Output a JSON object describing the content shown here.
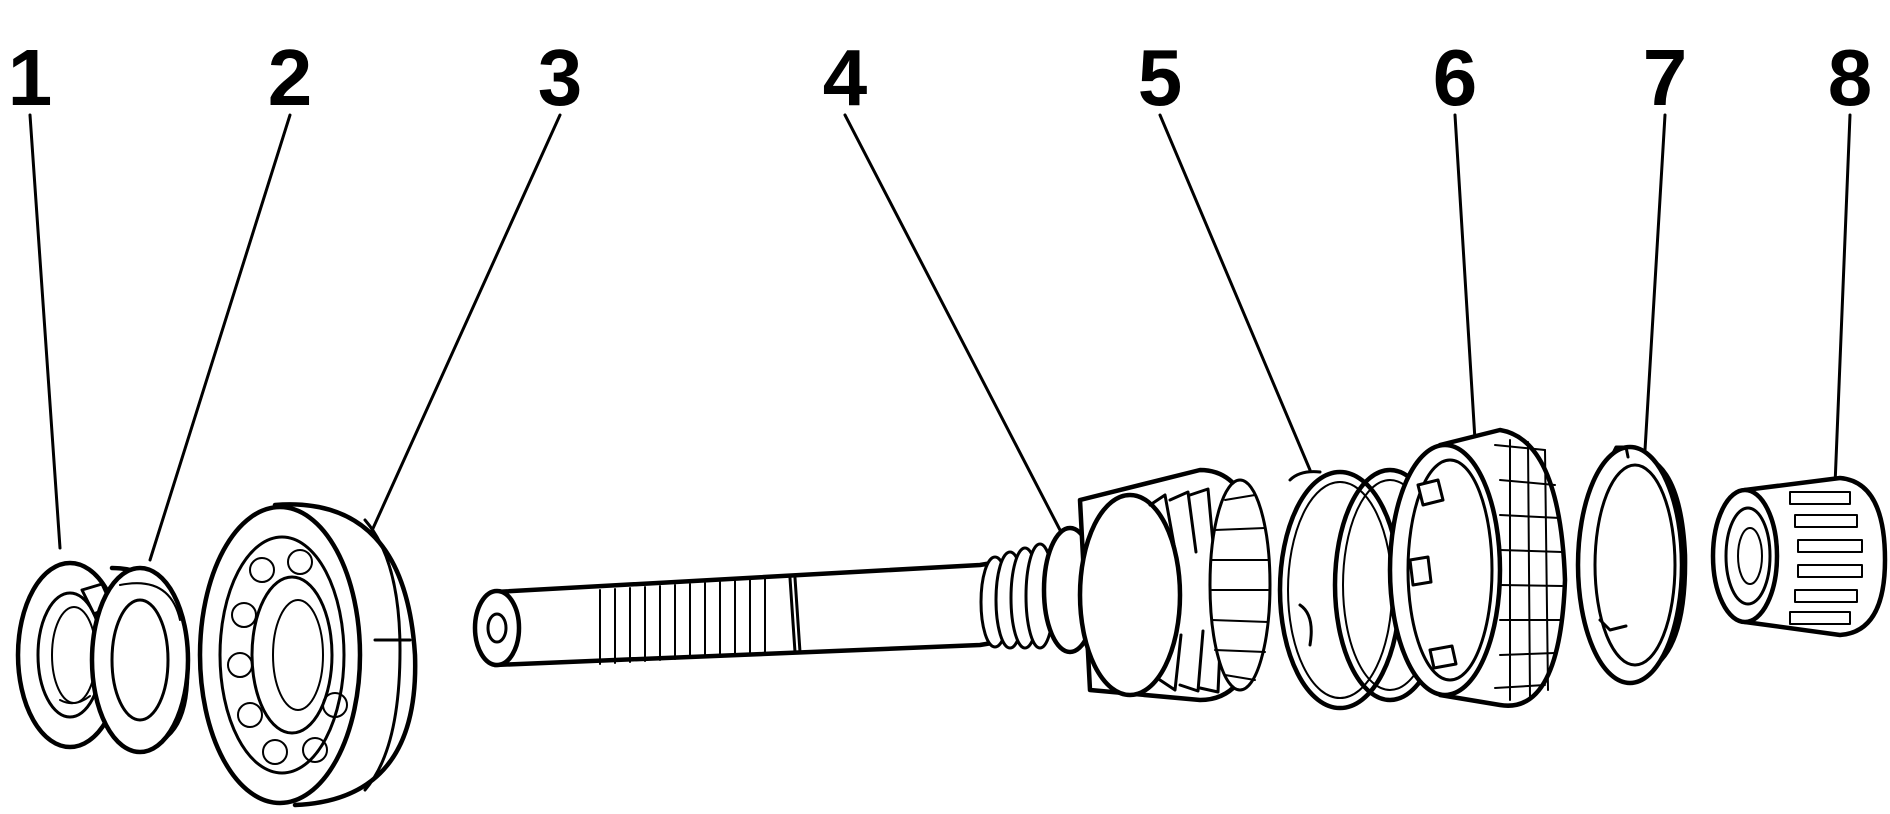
{
  "callouts": [
    "1",
    "2",
    "3",
    "4",
    "5",
    "6",
    "7",
    "8"
  ],
  "parts": [
    "retaining-ring",
    "spacer-washer",
    "ball-bearing",
    "input-shaft",
    "snap-ring",
    "synchro-hub",
    "blocker-ring",
    "needle-roller-bearing"
  ],
  "colors": {
    "ink": "#000000",
    "paper": "#ffffff"
  }
}
